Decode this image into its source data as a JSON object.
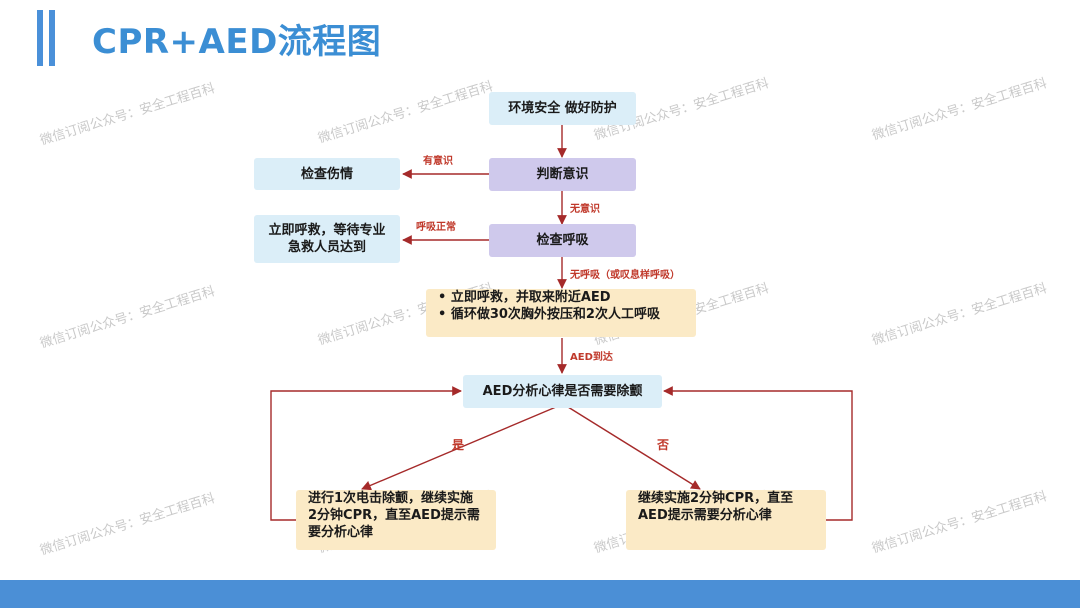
{
  "title": "CPR+AED流程图",
  "watermark": "微信订阅公众号：安全工程百科",
  "colors": {
    "accent_blue": "#3b8ed4",
    "box_blue": "#dbeef8",
    "box_purple": "#cfc9ec",
    "box_yellow": "#fbeac6",
    "arrow_red": "#a52a2a",
    "label_red": "#c0392b"
  },
  "nodes": {
    "env": "环境安全 做好防护",
    "judge": "判断意识",
    "injury": "检查伤情",
    "breath": "检查呼吸",
    "call_line1": "立即呼救，等待专业",
    "call_line2": "急救人员达到",
    "cpr_line1": "• 立即呼救，并取来附近AED",
    "cpr_line2": "• 循环做30次胸外按压和2次人工呼吸",
    "aed": "AED分析心律是否需要除颤",
    "yes_line1": "进行1次电击除颤，继续实施",
    "yes_line2": "2分钟CPR，直至AED提示需",
    "yes_line3": "要分析心律",
    "no_line1": "继续实施2分钟CPR，直至",
    "no_line2": "AED提示需要分析心律"
  },
  "edge_labels": {
    "conscious": "有意识",
    "unconscious": "无意识",
    "breathing_normal": "呼吸正常",
    "no_breathing": "无呼吸（或叹息样呼吸）",
    "aed_arrived": "AED到达",
    "yes": "是",
    "no": "否"
  }
}
